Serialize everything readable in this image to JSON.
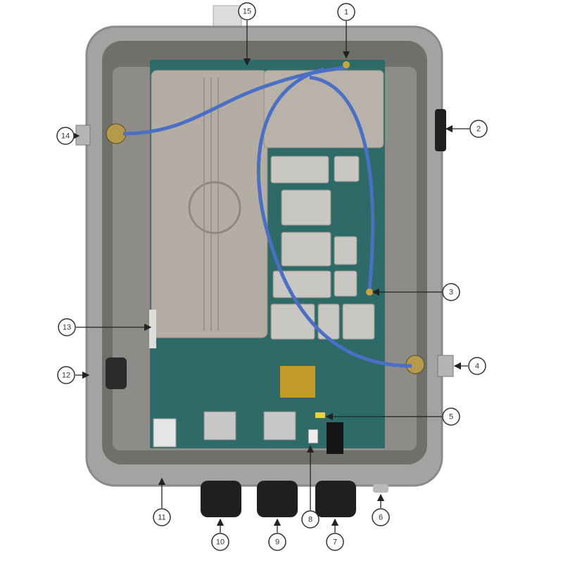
{
  "figure": {
    "callouts": [
      {
        "id": "1",
        "label": "1"
      },
      {
        "id": "2",
        "label": "2"
      },
      {
        "id": "3",
        "label": "3"
      },
      {
        "id": "4",
        "label": "4"
      },
      {
        "id": "5",
        "label": "5"
      },
      {
        "id": "6",
        "label": "6"
      },
      {
        "id": "7",
        "label": "7"
      },
      {
        "id": "8",
        "label": "8"
      },
      {
        "id": "9",
        "label": "9"
      },
      {
        "id": "10",
        "label": "10"
      },
      {
        "id": "11",
        "label": "11"
      },
      {
        "id": "12",
        "label": "12"
      },
      {
        "id": "13",
        "label": "13"
      },
      {
        "id": "14",
        "label": "14"
      },
      {
        "id": "15",
        "label": "15"
      }
    ],
    "colors": {
      "enclosure": "#a3a3a1",
      "enclosure_inner": "#6f6f6c",
      "pcb": "#2e6b68",
      "shield": "#b3ada3",
      "cable": "#4a6fc4",
      "gland": "#1f1f1f",
      "callout_stroke": "#333333"
    }
  }
}
